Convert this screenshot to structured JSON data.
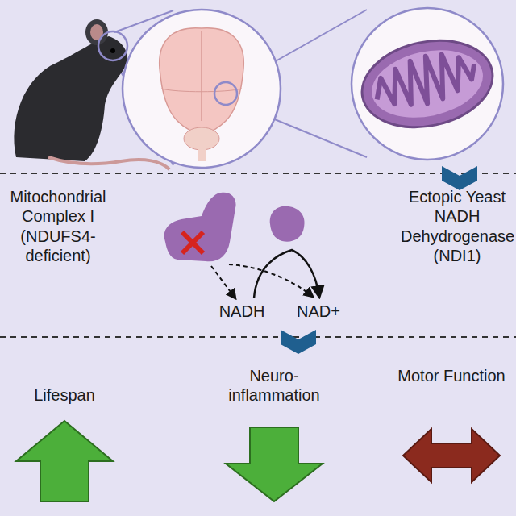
{
  "diagram": {
    "labels": [
      "Mitochondrial Complex I (NDUFS4- deficient)",
      "NADH",
      "NAD+",
      "Ectopic Yeast NADH Dehydrogenase (NDI1)",
      "Lifespan",
      "Neuro- inflammation",
      "Motor Function"
    ]
  }
}
